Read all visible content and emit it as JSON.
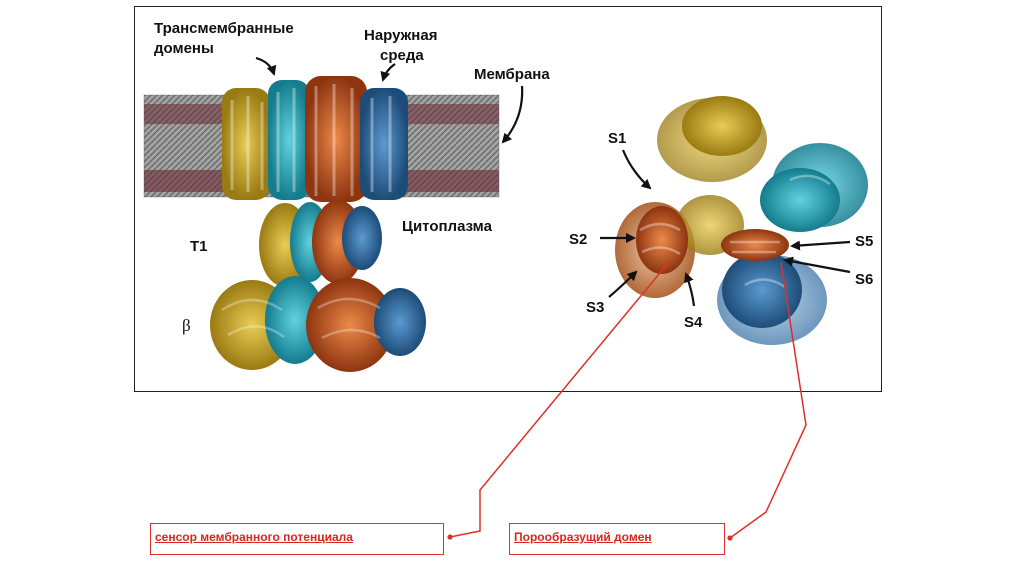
{
  "left_panel": {
    "transmembrane_domains": [
      "Трансмембранные",
      "домены"
    ],
    "outer_environment": [
      "Наружная",
      "среда"
    ],
    "membrane": "Мембрана",
    "cytoplasm": "Цитоплазма",
    "t1": "T1",
    "beta": "β"
  },
  "right_panel": {
    "segments": [
      "S1",
      "S2",
      "S3",
      "S4",
      "S5",
      "S6"
    ]
  },
  "callouts": {
    "voltage_sensor": "сенсор мембранного потенциала",
    "pore_domain": "Порообразущий домен"
  },
  "colors": {
    "gold": "#c9a21f",
    "cyan": "#1fa3b8",
    "orange": "#c2561b",
    "blue": "#2d6a9f",
    "membrane": "#6b2b35",
    "accent": "#e0302a"
  }
}
